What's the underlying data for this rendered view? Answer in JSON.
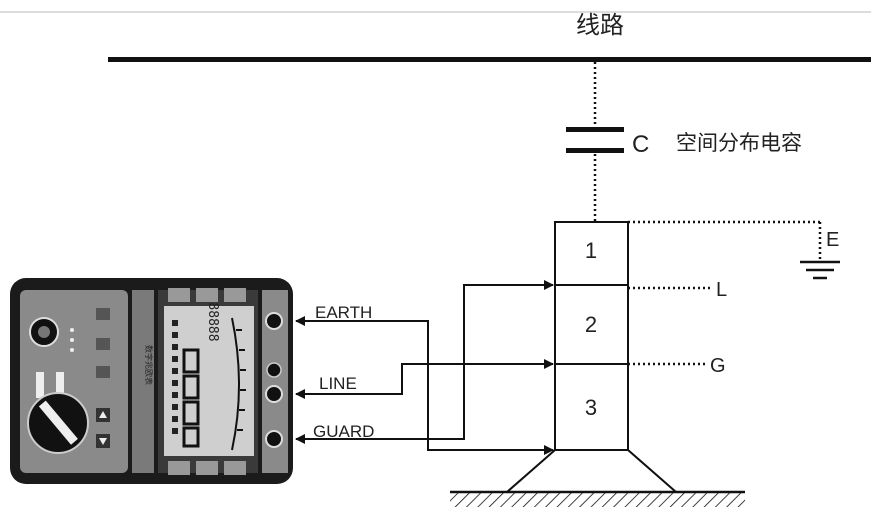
{
  "labels": {
    "line_title": "线路",
    "capacitor_letter": "C",
    "capacitor_desc": "空间分布电容",
    "ground_E": "E",
    "terminal_L": "L",
    "terminal_G": "G",
    "earth": "EARTH",
    "line": "LINE",
    "guard": "GUARD"
  },
  "insulator_sections": [
    "1",
    "2",
    "3"
  ],
  "meter": {
    "lcd_digits": "88888",
    "side_text": "数字兆欧表",
    "icons": [
      "rotary-selector-knob-icon",
      "test-button-icon",
      "up-arrow-key-icon",
      "down-arrow-key-icon",
      "terminal-jack-icon"
    ]
  },
  "colors": {
    "line": "#111111",
    "meter_body": "#1b1b1b",
    "meter_panel": "#8a8a8a",
    "lcd": "#cfcfcf"
  }
}
